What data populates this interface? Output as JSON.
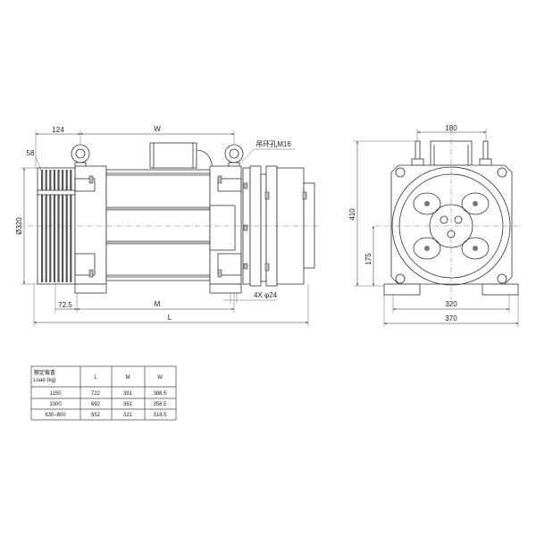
{
  "side_view": {
    "dim_124": "124",
    "dim_w": "W",
    "dim_58": "58",
    "dim_dia": "Ø320",
    "lifting_hole_label": "吊环孔M16",
    "foot_holes_label": "4X φ24",
    "dim_72_5": "72.5",
    "dim_m": "M",
    "dim_l": "L"
  },
  "front_view": {
    "dim_180": "180",
    "dim_410": "410",
    "dim_175": "175",
    "dim_320": "320",
    "dim_370": "370"
  },
  "table": {
    "header": {
      "load_cn": "额定载重",
      "load_en": "Load (kg)",
      "l": "L",
      "m": "M",
      "w": "W"
    },
    "rows": [
      {
        "load": "1150",
        "l": "722",
        "m": "391",
        "w": "388.5"
      },
      {
        "load": "1000",
        "l": "692",
        "m": "361",
        "w": "358.5"
      },
      {
        "load": "630–800",
        "l": "652",
        "m": "321",
        "w": "318.5"
      }
    ]
  }
}
